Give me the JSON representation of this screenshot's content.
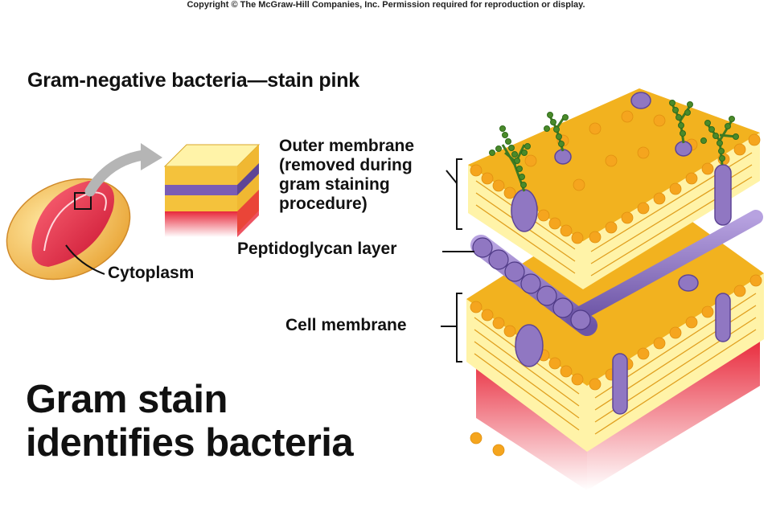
{
  "copyright": "Copyright © The McGraw-Hill Companies, Inc. Permission required for reproduction or display.",
  "subtitle": "Gram-negative bacteria—stain pink",
  "labels": {
    "cytoplasm": "Cytoplasm",
    "outer_membrane": "Outer membrane\n(removed during\ngram staining\nprocedure)",
    "peptidoglycan": "Peptidoglycan layer",
    "cell_membrane": "Cell membrane"
  },
  "title": "Gram stain\nidentifies bacteria",
  "colors": {
    "lipid_head": "#f2b21f",
    "lipid_light": "#ffe27a",
    "membrane_core": "#fff3a8",
    "protein": "#9077c2",
    "cytoplasm_red": "#e8283a",
    "sugar_chain": "#4a8a2a",
    "arrow_gray": "#b5b5b5"
  }
}
